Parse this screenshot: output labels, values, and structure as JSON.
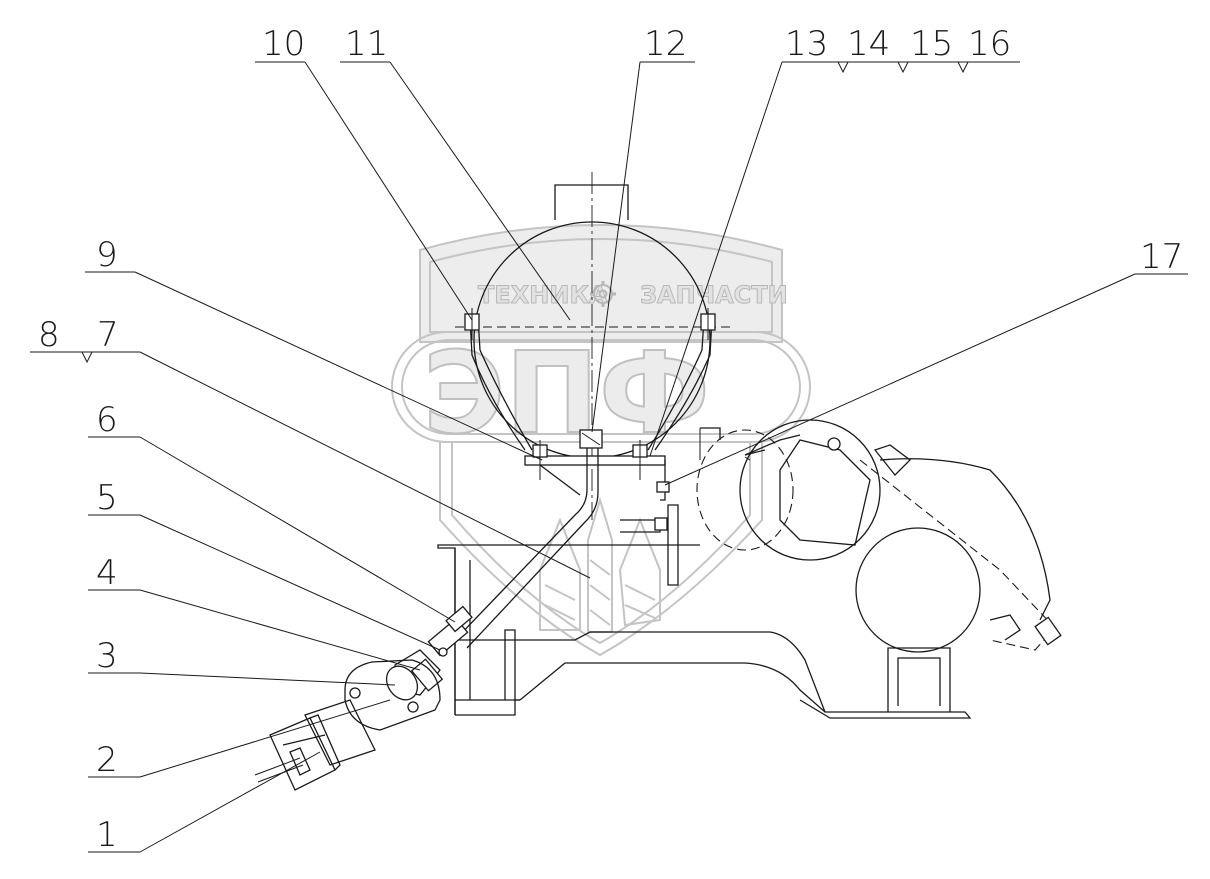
{
  "drawing": {
    "callouts": [
      "1",
      "2",
      "3",
      "4",
      "5",
      "6",
      "7",
      "8",
      "9",
      "10",
      "11",
      "12",
      "13",
      "14",
      "15",
      "16",
      "17"
    ]
  },
  "watermark": {
    "brand_left": "ТЕХНИКА",
    "brand_right": "ЗАПЧАСТИ",
    "letters": "ЭПФ",
    "gear_icon": "gear-icon"
  }
}
